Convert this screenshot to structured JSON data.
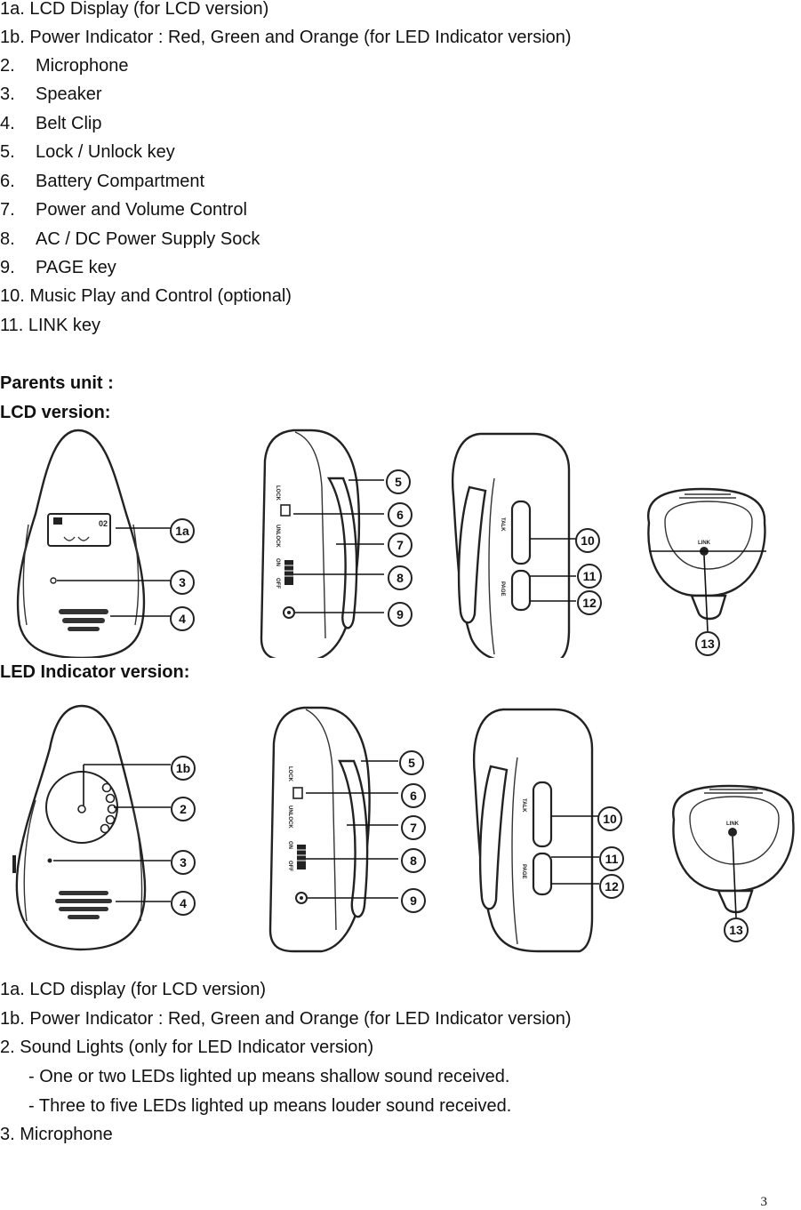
{
  "top_list": [
    {
      "num": "",
      "text": "1a. LCD Display (for LCD version)"
    },
    {
      "num": "",
      "text": "1b. Power Indicator : Red, Green and Orange (for LED Indicator version)"
    },
    {
      "num": "2.",
      "text": "Microphone"
    },
    {
      "num": "3.",
      "text": "Speaker"
    },
    {
      "num": "4.",
      "text": "Belt Clip"
    },
    {
      "num": "5.",
      "text": "Lock / Unlock key"
    },
    {
      "num": "6.",
      "text": "Battery Compartment"
    },
    {
      "num": "7.",
      "text": "Power and Volume Control"
    },
    {
      "num": "8.",
      "text": "AC / DC Power Supply Sock"
    },
    {
      "num": "9.",
      "text": "PAGE key"
    },
    {
      "num": "",
      "text": "10. Music Play and Control (optional)"
    },
    {
      "num": "",
      "text": "11. LINK key"
    }
  ],
  "headings": {
    "parents_unit": "Parents unit :",
    "lcd_version": "LCD version:",
    "led_version": "LED Indicator version:"
  },
  "device_labels": {
    "lcd_screen": "02",
    "talk": "TALK",
    "page": "PAGE",
    "link": "LINK",
    "lock": "LOCK",
    "unlock": "UNLOCK",
    "on": "ON",
    "off": "OFF"
  },
  "callouts": {
    "c1a": "1a",
    "c1b": "1b",
    "c2": "2",
    "c3": "3",
    "c4": "4",
    "c5": "5",
    "c6": "6",
    "c7": "7",
    "c8": "8",
    "c9": "9",
    "c10": "10",
    "c11": "11",
    "c12": "12",
    "c13": "13"
  },
  "bottom_list": [
    {
      "text": "1a. LCD display (for LCD version)",
      "indent": false
    },
    {
      "text": "1b. Power Indicator : Red, Green and Orange (for LED Indicator version)",
      "indent": false
    },
    {
      "text": "2. Sound Lights (only for LED Indicator version)",
      "indent": false
    },
    {
      "text": "- One or two LEDs lighted up means shallow sound received.",
      "indent": true
    },
    {
      "text": "- Three to five LEDs lighted up means louder sound received.",
      "indent": true
    },
    {
      "text": "3. Microphone",
      "indent": false
    }
  ],
  "page_number": "3"
}
